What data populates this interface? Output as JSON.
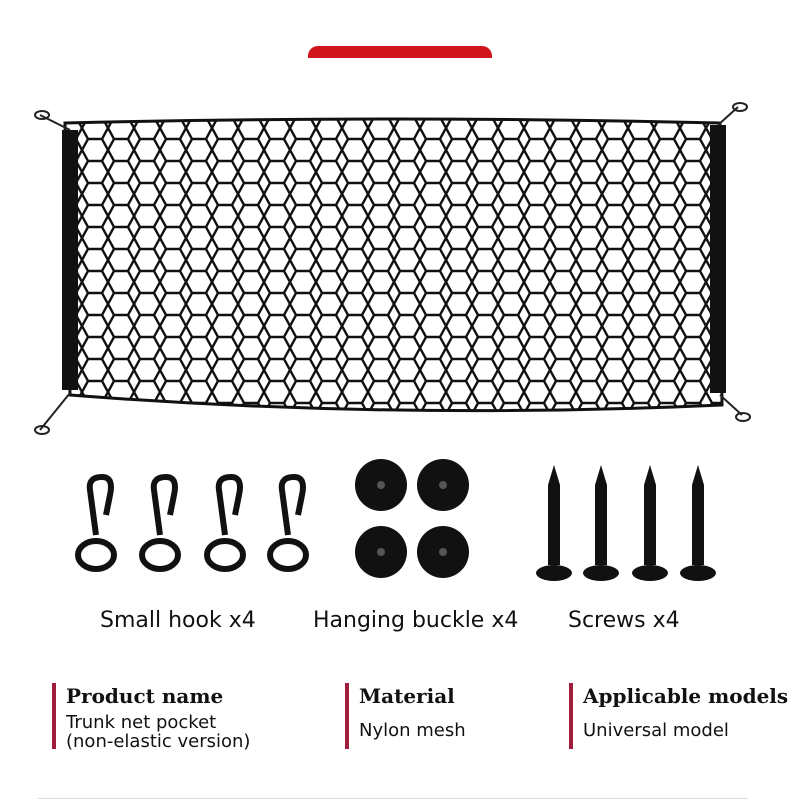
{
  "components": [
    {
      "label": "Small hook x4",
      "icon": "hook-icon"
    },
    {
      "label": "Hanging buckle x4",
      "icon": "buckle-icon"
    },
    {
      "label": "Screws x4",
      "icon": "screw-icon"
    }
  ],
  "specs": [
    {
      "title": "Product name",
      "value": "Trunk net pocket",
      "value2": "(non-elastic version)"
    },
    {
      "title": "Material",
      "value": "Nylon mesh"
    },
    {
      "title": "Applicable models",
      "value": "Universal model"
    }
  ],
  "colors": {
    "accent": "#d0141e",
    "spec_bar": "#a01c3c"
  }
}
